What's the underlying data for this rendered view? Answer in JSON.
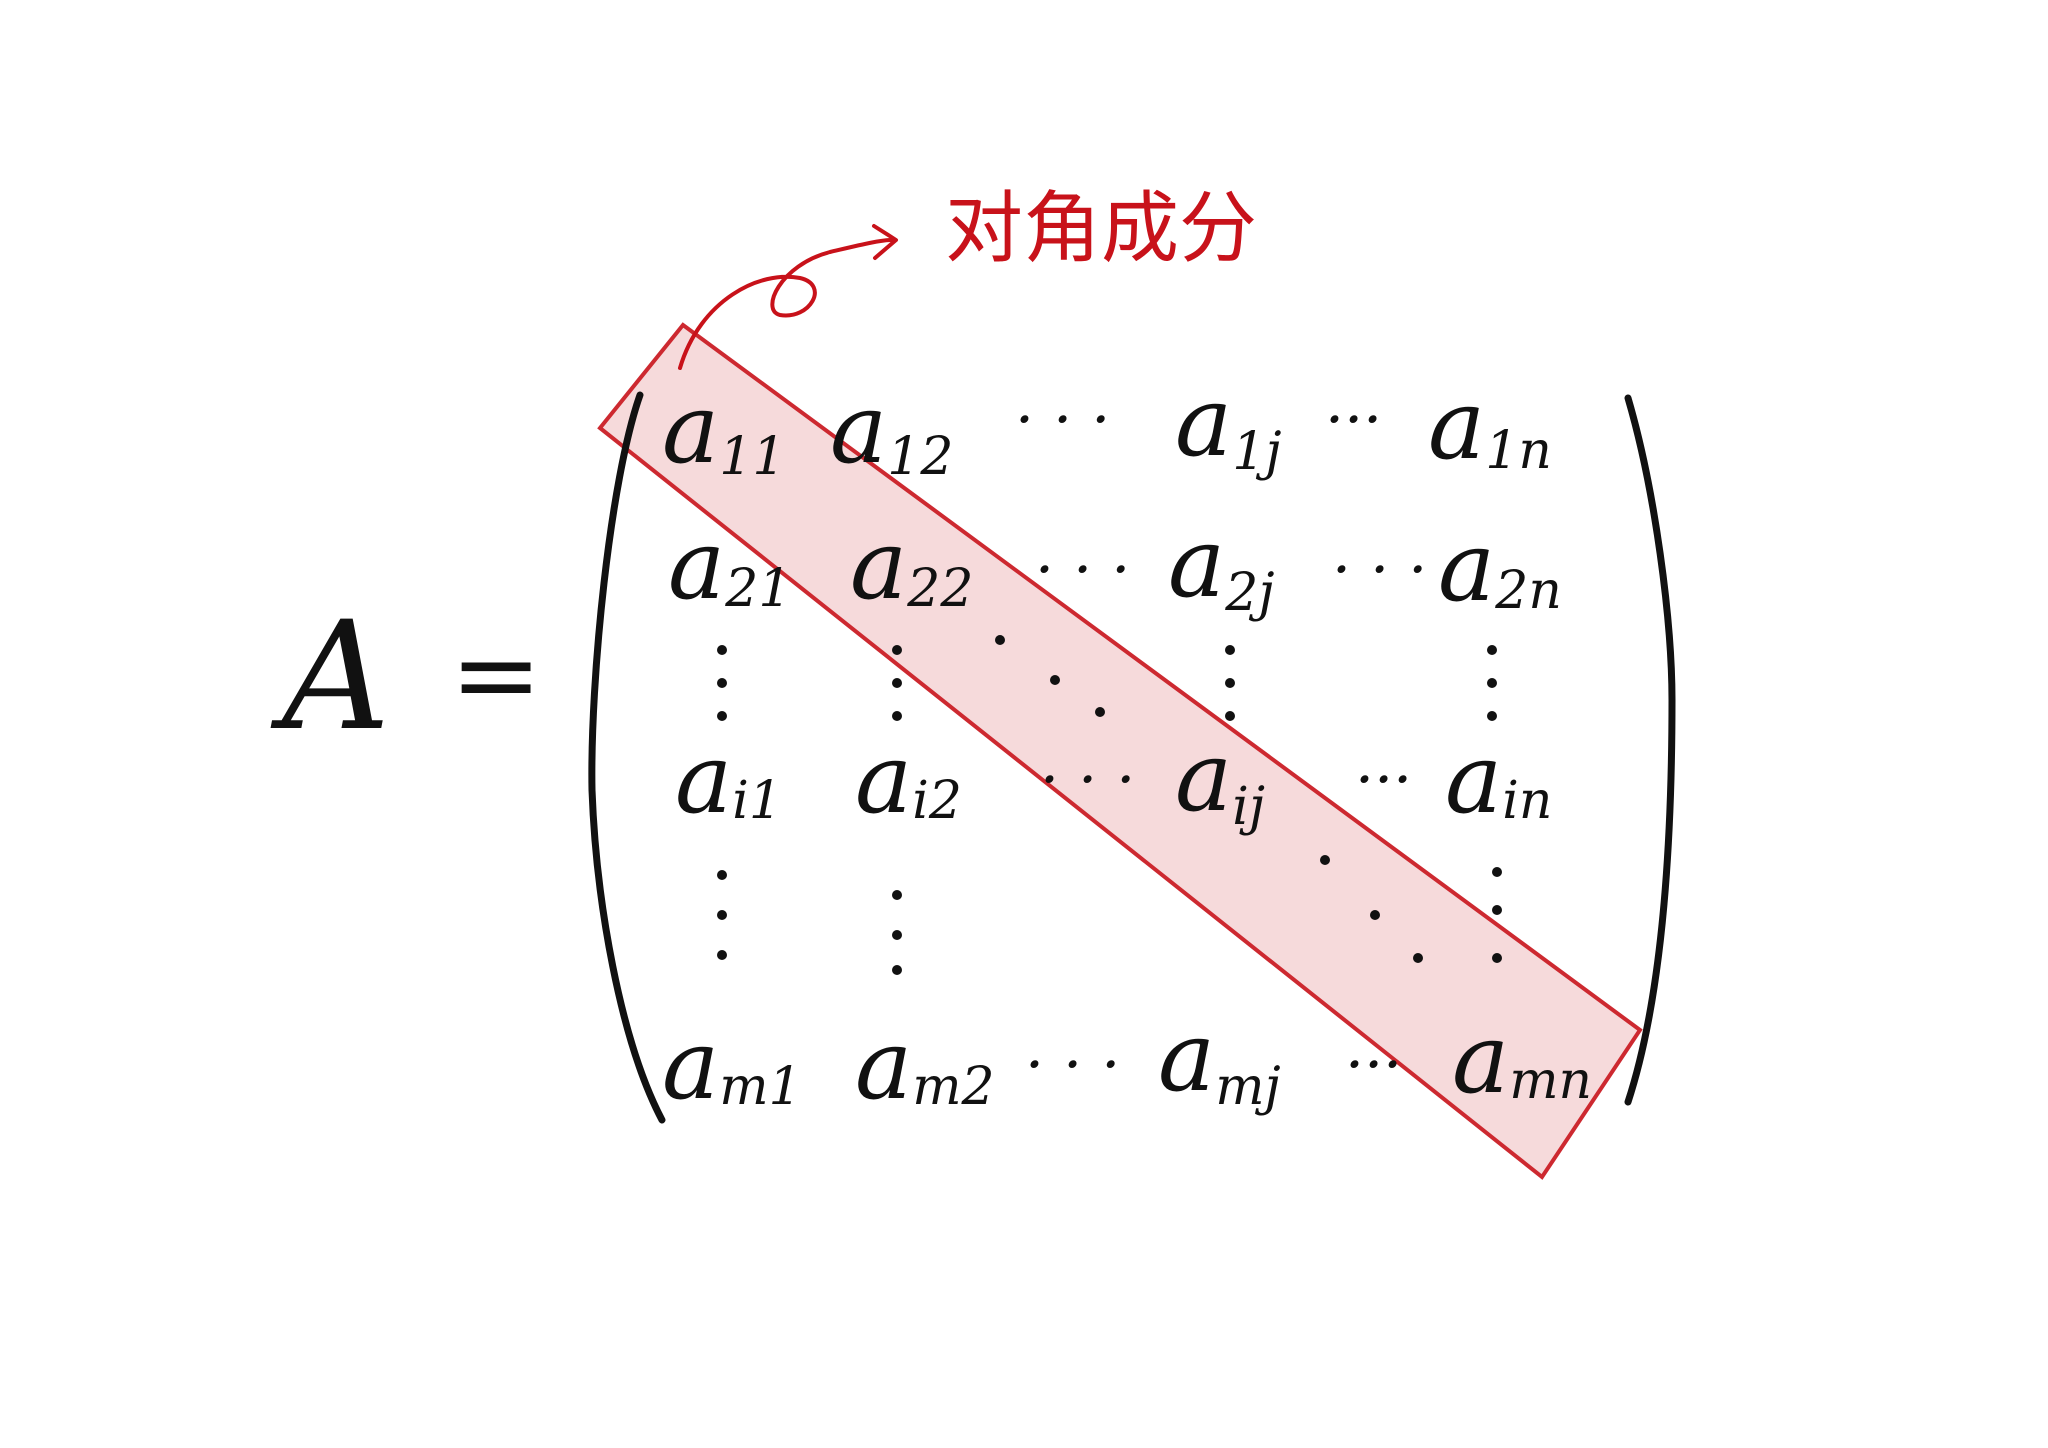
{
  "diagram": {
    "lhs": "A",
    "equals": "=",
    "annotation": "对角成分",
    "colors": {
      "ink": "#111111",
      "highlight_stroke": "#c8121a",
      "highlight_fill": "#f6d7d8",
      "annotation": "#c8121a"
    },
    "rows": [
      [
        "a11",
        "a12",
        "⋯",
        "a1j",
        "⋯",
        "a1n"
      ],
      [
        "a21",
        "a22",
        "⋯",
        "a2j",
        "⋯",
        "a2n"
      ],
      [
        "ai1",
        "ai2",
        "⋯",
        "aij",
        "⋯",
        "ain"
      ],
      [
        "am1",
        "am2",
        "⋯",
        "amj",
        "⋯",
        "amn"
      ]
    ],
    "diagonal_entries": [
      "a11",
      "a22",
      "aij",
      "amn"
    ]
  }
}
